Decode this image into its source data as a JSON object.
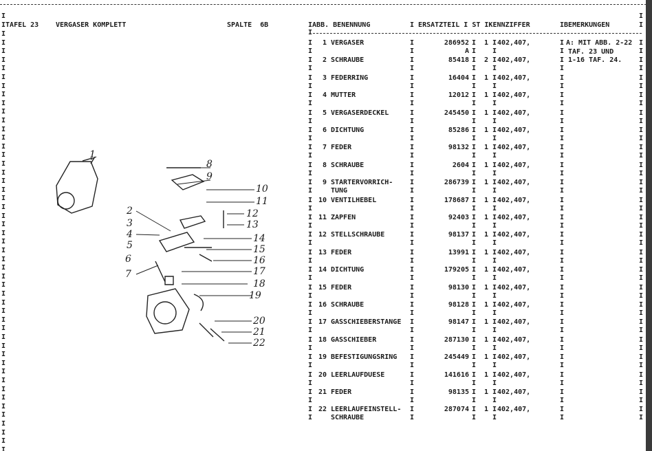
{
  "header": {
    "table": "TAFEL 23",
    "title": "VERGASER KOMPLETT",
    "column": "SPALTE  6B"
  },
  "columns": {
    "abb": "ABB.",
    "name": "BENENNUNG",
    "part": "ERSATZTEIL",
    "qty": "ST",
    "code": "KENNZIFFER",
    "remarks": "BEMERKUNGEN"
  },
  "rows": [
    {
      "no": "1",
      "name": "VERGASER",
      "part": "286952",
      "qty": "1",
      "code": "402,407,",
      "note": "A"
    },
    {
      "no": "2",
      "name": "SCHRAUBE",
      "part": "85418",
      "qty": "2",
      "code": "402,407,"
    },
    {
      "no": "3",
      "name": "FEDERRING",
      "part": "16404",
      "qty": "1",
      "code": "402,407,"
    },
    {
      "no": "4",
      "name": "MUTTER",
      "part": "12012",
      "qty": "1",
      "code": "402,407,"
    },
    {
      "no": "5",
      "name": "VERGASERDECKEL",
      "part": "245450",
      "qty": "1",
      "code": "402,407,"
    },
    {
      "no": "6",
      "name": "DICHTUNG",
      "part": "85286",
      "qty": "1",
      "code": "402,407,"
    },
    {
      "no": "7",
      "name": "FEDER",
      "part": "98132",
      "qty": "1",
      "code": "402,407,"
    },
    {
      "no": "8",
      "name": "SCHRAUBE",
      "part": "2604",
      "qty": "1",
      "code": "402,407,"
    },
    {
      "no": "9",
      "name": "STARTERVORRICH-",
      "name2": "TUNG",
      "part": "286739",
      "qty": "1",
      "code": "402,407,"
    },
    {
      "no": "10",
      "name": "VENTILHEBEL",
      "part": "178687",
      "qty": "1",
      "code": "402,407,"
    },
    {
      "no": "11",
      "name": "ZAPFEN",
      "part": "92403",
      "qty": "1",
      "code": "402,407,"
    },
    {
      "no": "12",
      "name": "STELLSCHRAUBE",
      "part": "98137",
      "qty": "1",
      "code": "402,407,"
    },
    {
      "no": "13",
      "name": "FEDER",
      "part": "13991",
      "qty": "1",
      "code": "402,407,"
    },
    {
      "no": "14",
      "name": "DICHTUNG",
      "part": "179205",
      "qty": "1",
      "code": "402,407,"
    },
    {
      "no": "15",
      "name": "FEDER",
      "part": "98130",
      "qty": "1",
      "code": "402,407,"
    },
    {
      "no": "16",
      "name": "SCHRAUBE",
      "part": "98128",
      "qty": "1",
      "code": "402,407,"
    },
    {
      "no": "17",
      "name": "GASSCHIEBERSTANGE",
      "part": "98147",
      "qty": "1",
      "code": "402,407,"
    },
    {
      "no": "18",
      "name": "GASSCHIEBER",
      "part": "287130",
      "qty": "1",
      "code": "402,407,"
    },
    {
      "no": "19",
      "name": "BEFESTIGUNGSRING",
      "part": "245449",
      "qty": "1",
      "code": "402,407,"
    },
    {
      "no": "20",
      "name": "LEERLAUFDUESE",
      "part": "141616",
      "qty": "1",
      "code": "402,407,"
    },
    {
      "no": "21",
      "name": "FEDER",
      "part": "98135",
      "qty": "1",
      "code": "402,407,"
    },
    {
      "no": "22",
      "name": "LEERLAUFEINSTELL-",
      "name2": "SCHRAUBE",
      "part": "287074",
      "qty": "1",
      "code": "402,407,"
    }
  ],
  "remarks": [
    "A: MIT ABB. 2-22",
    "TAF. 23 UND",
    "1-16 TAF. 24."
  ],
  "diagram": {
    "callouts": [
      "1",
      "2",
      "3",
      "4",
      "5",
      "6",
      "7",
      "8",
      "9",
      "10",
      "11",
      "12",
      "13",
      "14",
      "15",
      "16",
      "17",
      "18",
      "19",
      "20",
      "21",
      "22"
    ]
  }
}
